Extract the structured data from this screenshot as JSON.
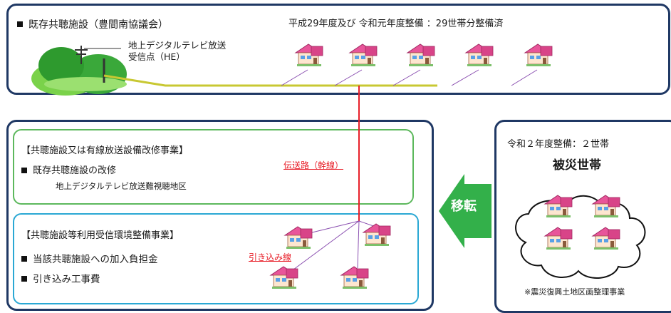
{
  "top": {
    "title": "既存共聴施設（豊間南協議会）",
    "header": "平成29年度及び 令和元年度整備 ：29世帯分整備済",
    "he_label_line1": "地上デジタルテレビ放送",
    "he_label_line2": "受信点（HE）"
  },
  "left": {
    "green_box": {
      "title": "【共聴施設又は有線放送設備改修事業】",
      "item": "既存共聴施設の改修",
      "sub": "地上デジタルテレビ放送難視聴地区"
    },
    "trunk_label": "伝送路（幹線）",
    "cyan_box": {
      "title": "【共聴施設等利用受信環境整備事業】",
      "item1": "当該共聴施設への加入負担金",
      "item2": "引き込み工事費"
    },
    "drop_label": "引き込み線"
  },
  "arrow_label": "移転",
  "right": {
    "header": "令和２年度整備：２世帯",
    "title": "被災世帯",
    "note": "※震災復興土地区画整理事業"
  },
  "colors": {
    "panel_border": "#1f3864",
    "green_box": "#5cb85c",
    "cyan_box": "#2aa8d4",
    "trunk_line": "#e8202a",
    "feeder_line": "#c8c832",
    "drop_lines": "#8a4fb0",
    "arrow": "#33b04a",
    "house_roof": "#e8559a"
  }
}
